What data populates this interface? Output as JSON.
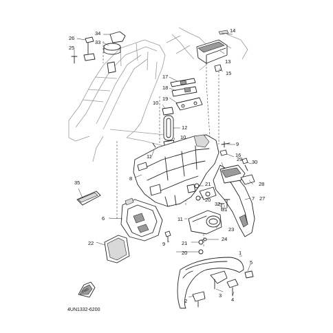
{
  "callouts": [
    {
      "id": "c1",
      "text": "1"
    },
    {
      "id": "c2",
      "text": "2"
    },
    {
      "id": "c3",
      "text": "3"
    },
    {
      "id": "c4",
      "text": "4"
    },
    {
      "id": "c5",
      "text": "5"
    },
    {
      "id": "c6",
      "text": "6"
    },
    {
      "id": "c7",
      "text": "7"
    },
    {
      "id": "c8",
      "text": "8"
    },
    {
      "id": "c9a",
      "text": "9"
    },
    {
      "id": "c9b",
      "text": "9"
    },
    {
      "id": "c10a",
      "text": "10"
    },
    {
      "id": "c10b",
      "text": "10"
    },
    {
      "id": "c11a",
      "text": "11"
    },
    {
      "id": "c11b",
      "text": "11"
    },
    {
      "id": "c12",
      "text": "12"
    },
    {
      "id": "c13",
      "text": "13"
    },
    {
      "id": "c14",
      "text": "14"
    },
    {
      "id": "c15",
      "text": "15"
    },
    {
      "id": "c16",
      "text": "16"
    },
    {
      "id": "c17",
      "text": "17"
    },
    {
      "id": "c18",
      "text": "18"
    },
    {
      "id": "c19",
      "text": "19"
    },
    {
      "id": "c20a",
      "text": "20"
    },
    {
      "id": "c20b",
      "text": "20"
    },
    {
      "id": "c21a",
      "text": "21"
    },
    {
      "id": "c21b",
      "text": "21"
    },
    {
      "id": "c22",
      "text": "22"
    },
    {
      "id": "c23",
      "text": "23"
    },
    {
      "id": "c24",
      "text": "24"
    },
    {
      "id": "c25",
      "text": "25"
    },
    {
      "id": "c26",
      "text": "26"
    },
    {
      "id": "c27",
      "text": "27"
    },
    {
      "id": "c28",
      "text": "28"
    },
    {
      "id": "c29",
      "text": "29"
    },
    {
      "id": "c30",
      "text": "30"
    },
    {
      "id": "c31",
      "text": "31"
    },
    {
      "id": "c32",
      "text": "32"
    },
    {
      "id": "c33",
      "text": "33"
    },
    {
      "id": "c34",
      "text": "34"
    },
    {
      "id": "c35",
      "text": "35"
    }
  ],
  "diagram_code": "4UN1332-6200",
  "front_badge": "FWD",
  "colors": {
    "ink": "#222222",
    "frame": "#9a9a9a",
    "background": "#ffffff"
  }
}
